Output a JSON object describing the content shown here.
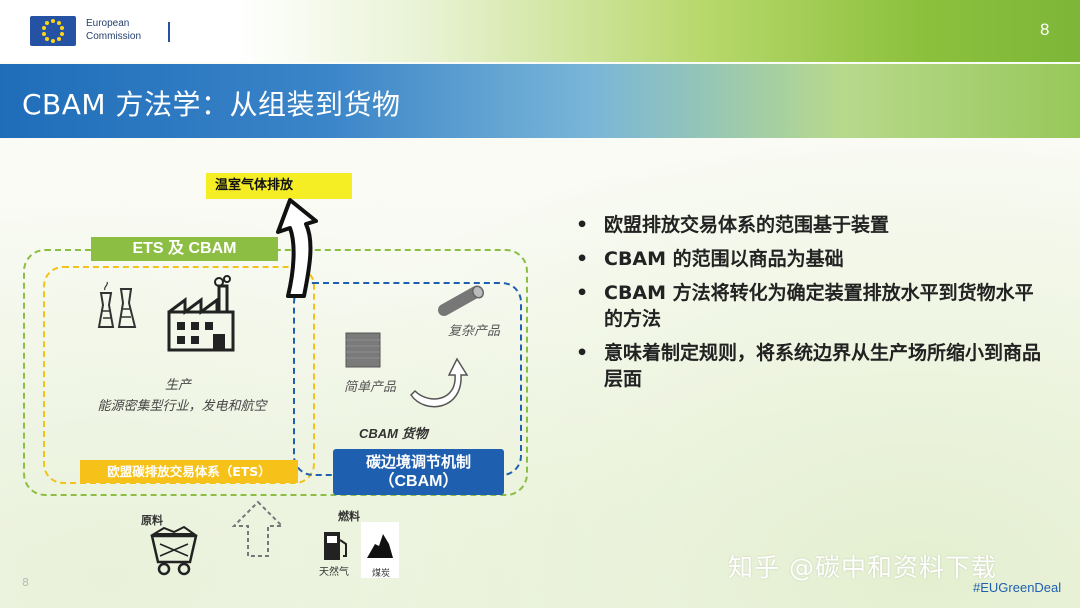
{
  "header": {
    "logo_line1": "European",
    "logo_line2": "Commission",
    "page_number": "8"
  },
  "title": "CBAM 方法学：从组装到货物",
  "diagram": {
    "ghg_label": "温室气体排放",
    "ets_cbam_label": "ETS 及 CBAM",
    "production_title": "生产",
    "production_desc": "能源密集型行业，发电和航空",
    "complex_product": "复杂产品",
    "simple_product": "简单产品",
    "cbam_goods": "CBAM 货物",
    "ets_label": "欧盟碳排放交易体系（ETS）",
    "cbam_label_line1": "碳边境调节机制",
    "cbam_label_line2": "（CBAM）",
    "raw_materials": "原料",
    "fuels": "燃料",
    "natural_gas": "天然气",
    "coal": "煤炭",
    "small_page_number": "8"
  },
  "bullets": [
    "欧盟排放交易体系的范围基于装置",
    "CBAM 的范围以商品为基础",
    "CBAM 方法将转化为确定装置排放水平到货物水平的方法",
    "意味着制定规则，将系统边界从生产场所缩小到商品层面"
  ],
  "bullet_symbol": "•",
  "watermark": "知乎 @碳中和资料下载",
  "hashtag": "#EUGreenDeal",
  "colors": {
    "ets_cbam_green": "#8dbe44",
    "ets_yellow": "#f2c21a",
    "cbam_blue": "#1f5fb0",
    "ghg_yellow": "#f6ee24"
  }
}
